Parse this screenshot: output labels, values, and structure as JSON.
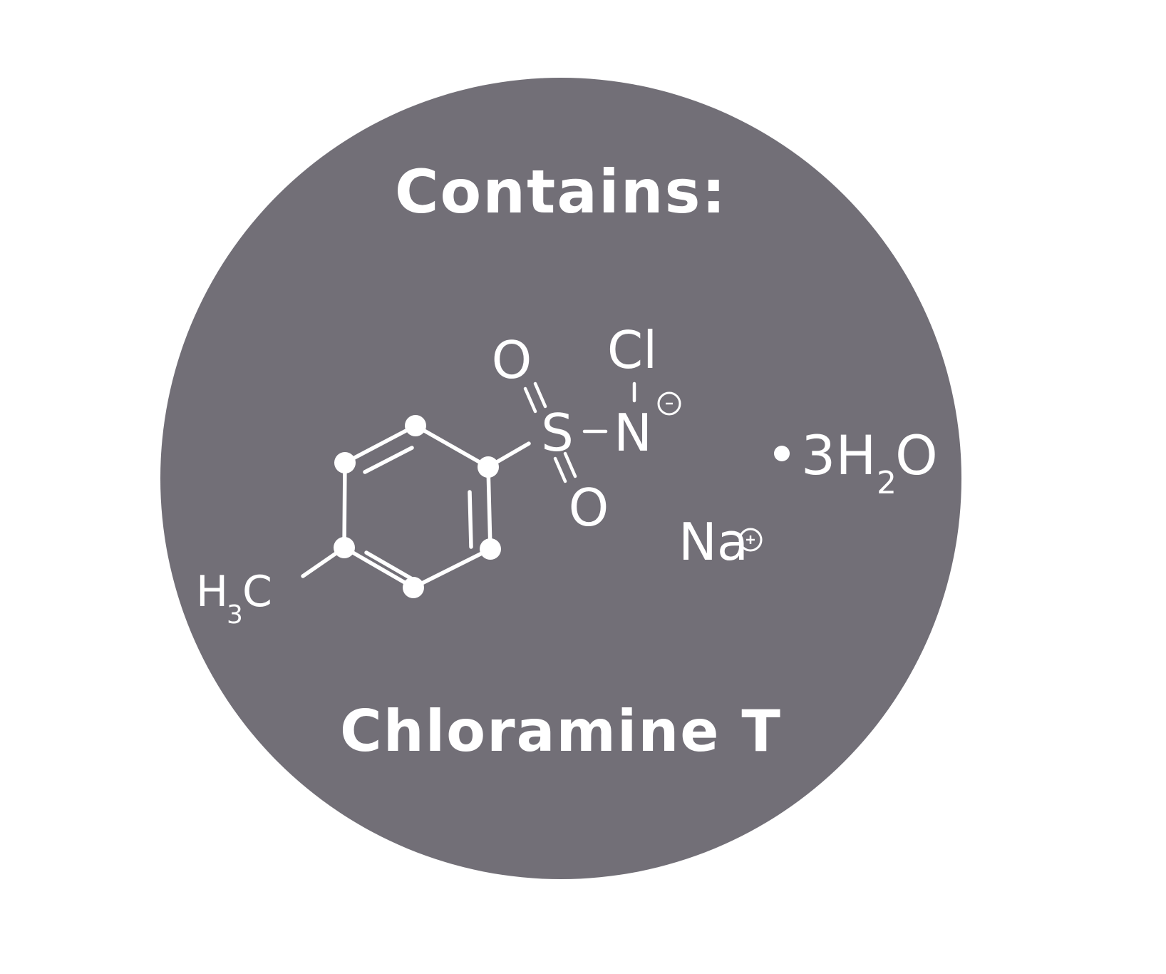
{
  "diagram": {
    "heading": "Contains:",
    "compound_name": "Chloramine T",
    "colors": {
      "background": "#ffffff",
      "disc": "#726f77",
      "foreground": "#ffffff"
    },
    "molecule": {
      "atoms": {
        "methyl": {
          "main": "H",
          "sub": "3",
          "tail": "C"
        },
        "oxygen_top": "O",
        "oxygen_bottom": "O",
        "sulfur": "S",
        "nitrogen": "N",
        "chlorine": "Cl",
        "sodium": "Na",
        "nitrogen_charge": "-",
        "sodium_charge": "+"
      },
      "hydrate": {
        "dot": "•",
        "coef": "3H",
        "sub": "2",
        "tail": "O"
      }
    }
  }
}
